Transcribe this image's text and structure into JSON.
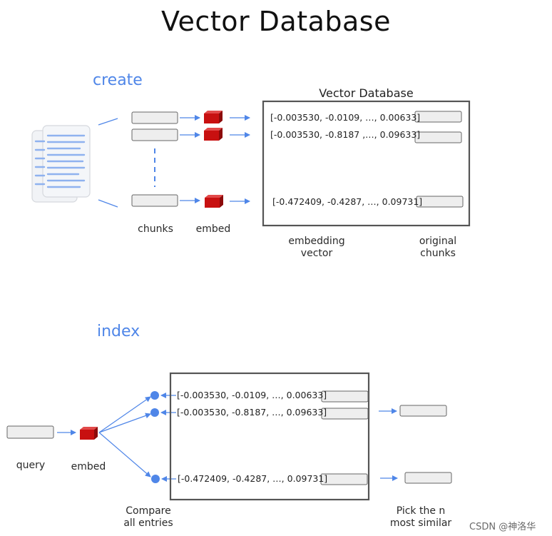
{
  "title": "Vector Database",
  "colors": {
    "accent_blue": "#4f86e8",
    "cube_red": "#c81010",
    "box_border": "#555555",
    "chunk_fill": "#eeeeee"
  },
  "create": {
    "section_label": "create",
    "chunks_label": "chunks",
    "embed_label": "embed",
    "db_title": "Vector Database",
    "embedding_vector_label": [
      "embedding",
      "vector"
    ],
    "original_chunks_label": [
      "original",
      "chunks"
    ],
    "vectors": [
      "[-0.003530, -0.0109, …, 0.00633]",
      "[-0.003530, -0.8187 ,…, 0.09633]",
      "[-0.472409, -0.4287, …, 0.09731]"
    ],
    "icons": [
      "documents-icon",
      "cube-icon"
    ]
  },
  "index": {
    "section_label": "index",
    "query_label": "query",
    "embed_label": "embed",
    "compare_label": [
      "Compare",
      "all entries"
    ],
    "pick_label": [
      "Pick the n",
      "most similar"
    ],
    "vectors": [
      "[-0.003530, -0.0109, …, 0.00633]",
      "[-0.003530, -0.8187, …, 0.09633]",
      "[-0.472409, -0.4287, …, 0.09731]"
    ]
  },
  "watermark": "CSDN @神洛华"
}
